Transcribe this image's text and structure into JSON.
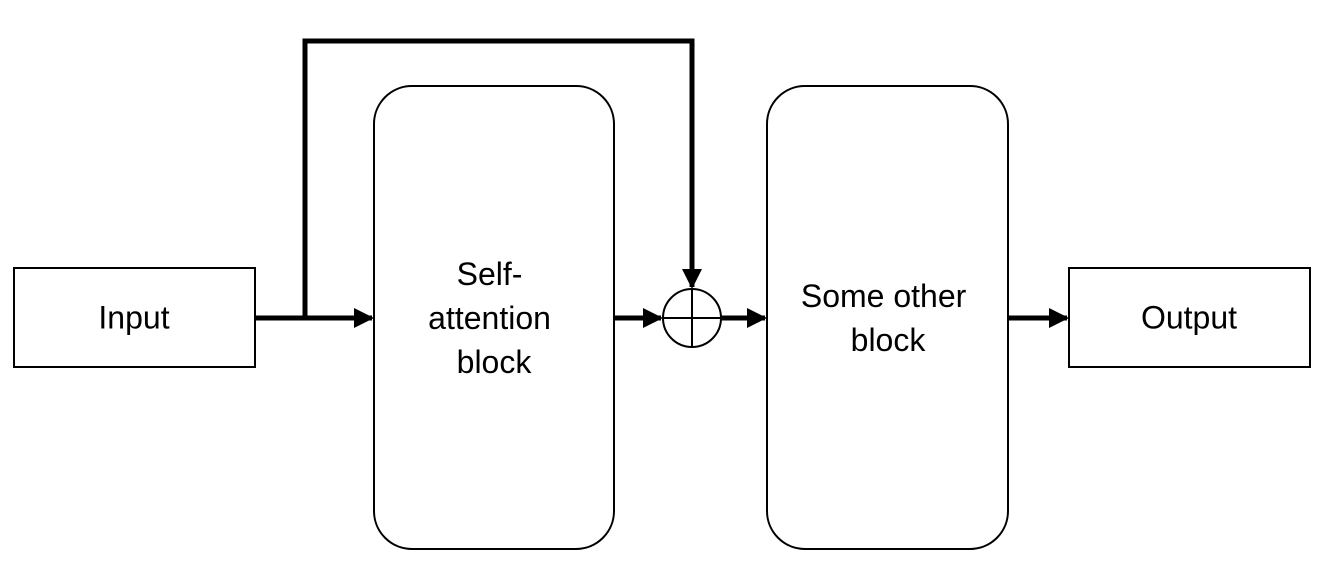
{
  "nodes": {
    "input": {
      "label": "Input"
    },
    "self_attention": {
      "lines": [
        "Self-",
        "attention",
        "block"
      ]
    },
    "other_block": {
      "lines": [
        "Some other",
        "block"
      ]
    },
    "output": {
      "label": "Output"
    }
  },
  "operator": {
    "name": "add-icon"
  },
  "colors": {
    "stroke": "#000000",
    "fill": "#ffffff",
    "text": "#000000"
  }
}
